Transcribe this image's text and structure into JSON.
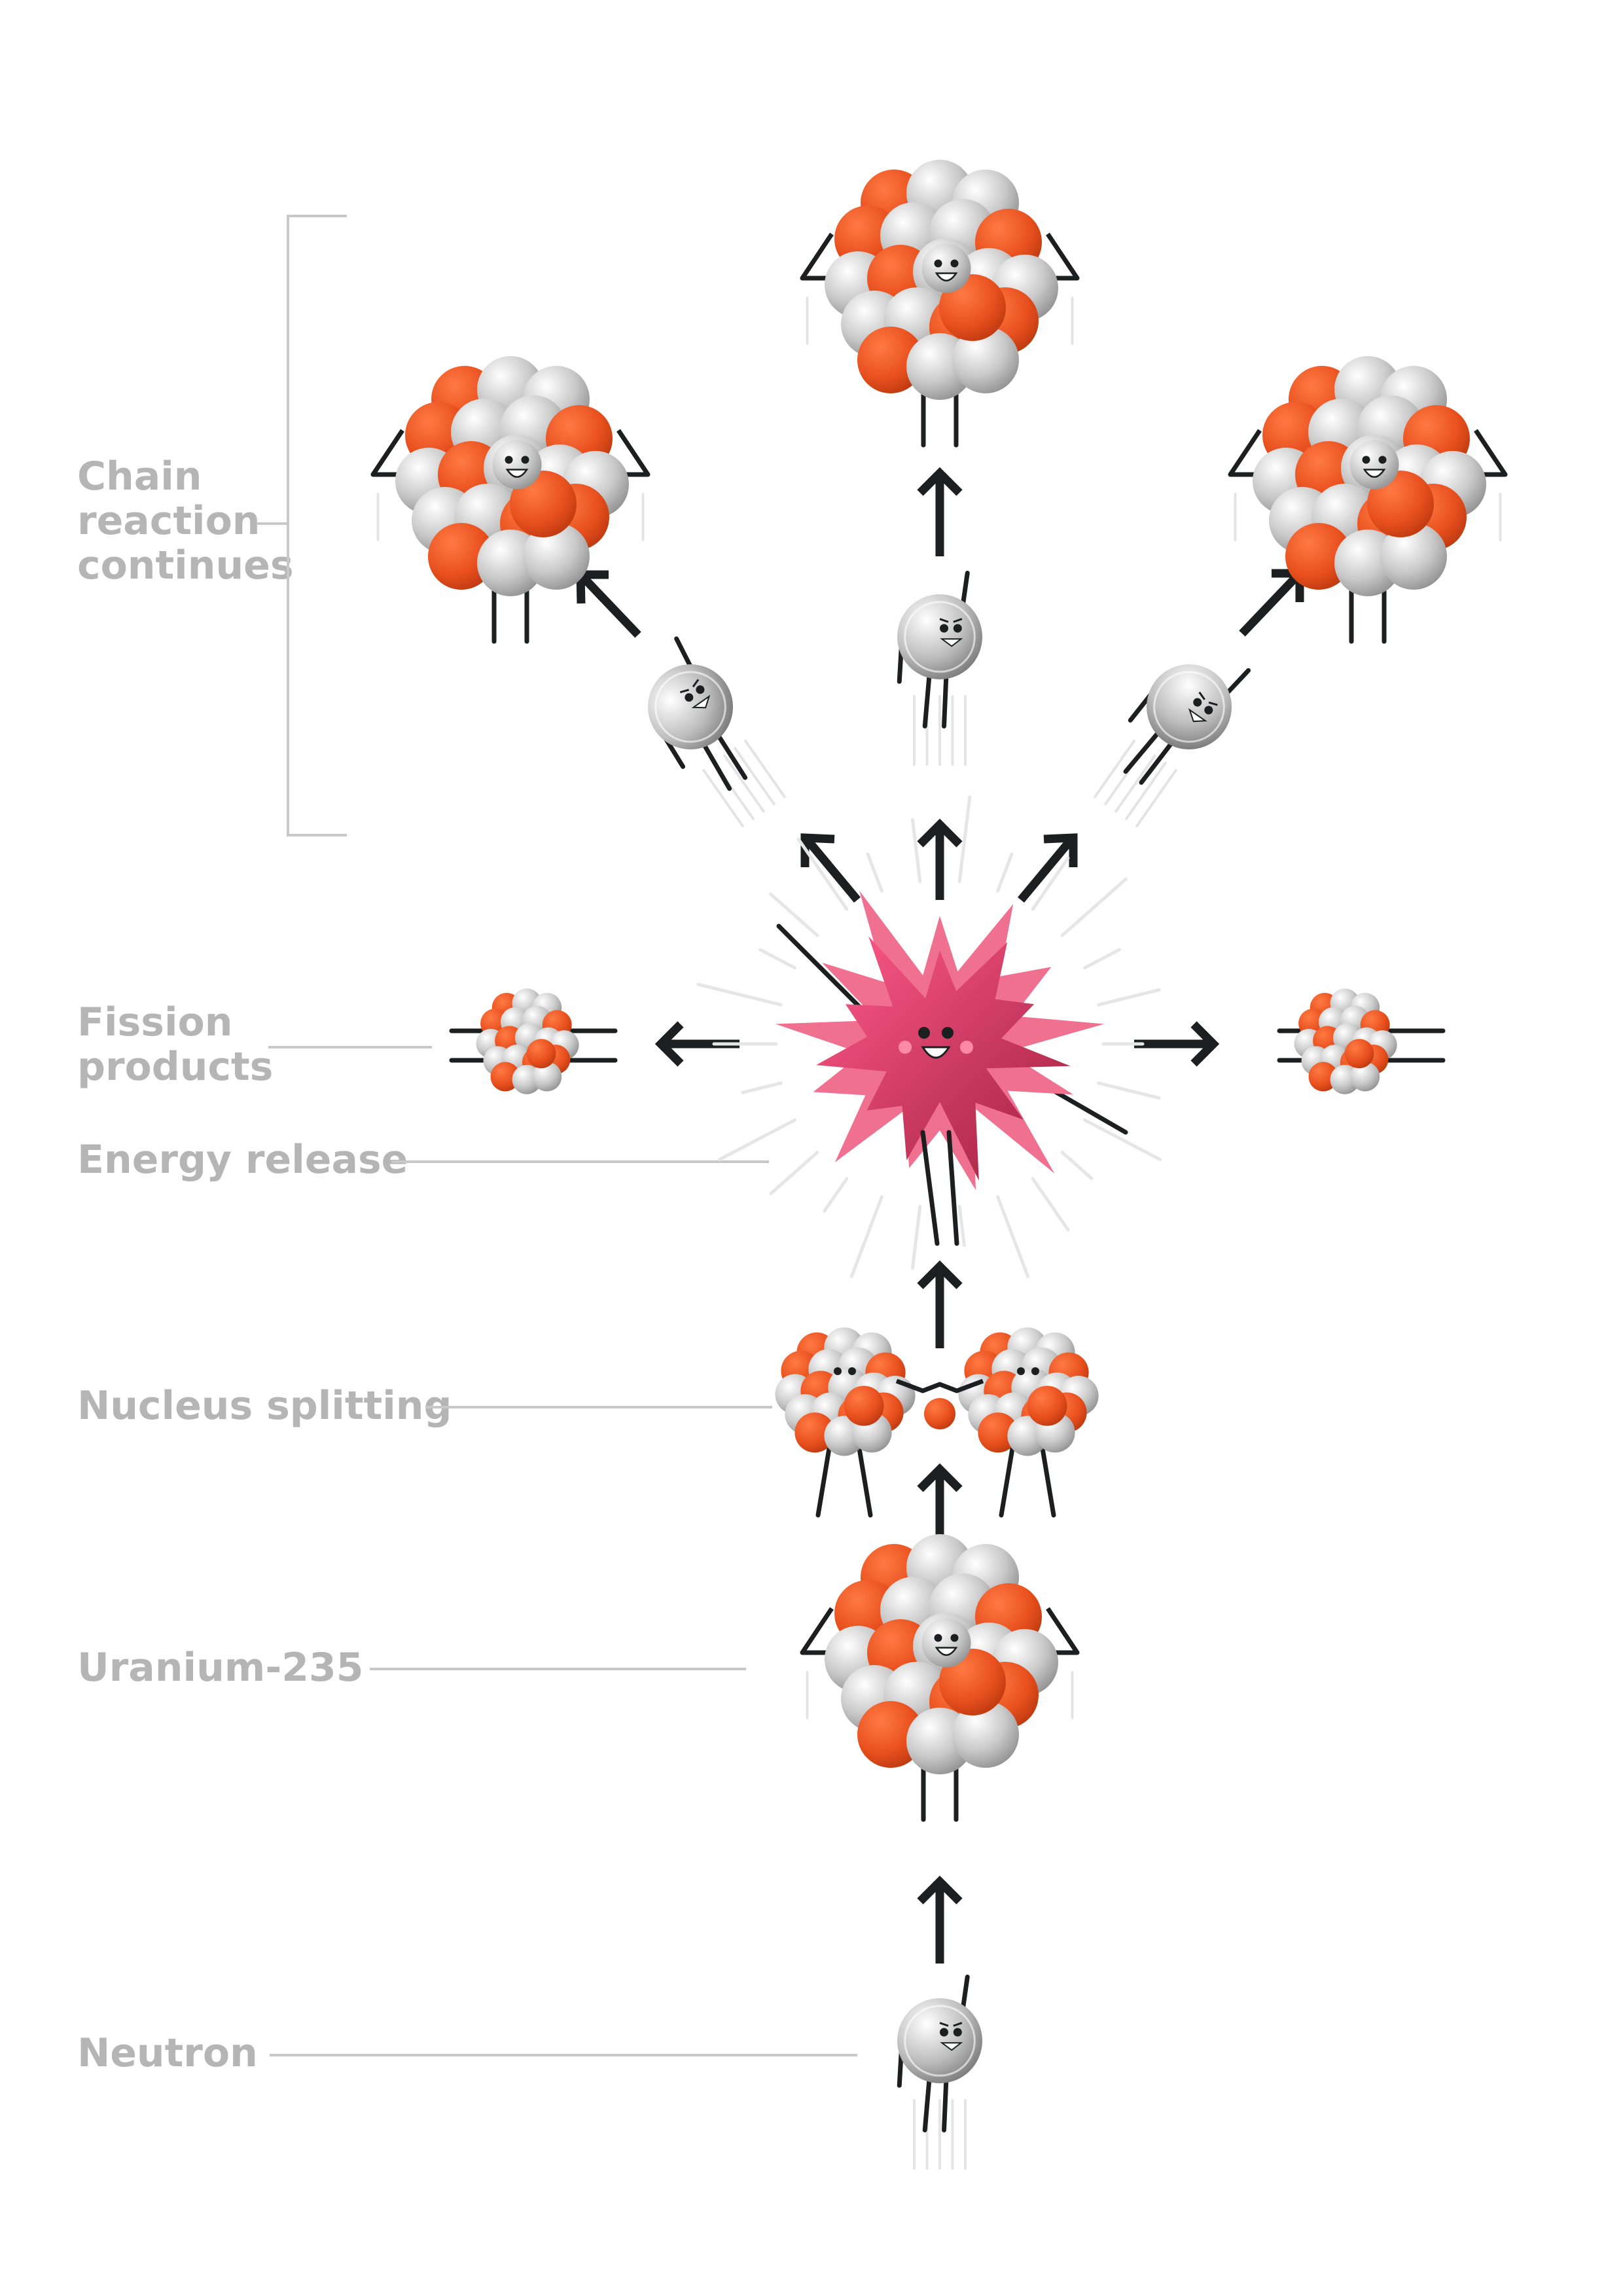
{
  "labels": {
    "chain_reaction": [
      "Chain",
      "reaction",
      "continues"
    ],
    "fission_products": [
      "Fission",
      "products"
    ],
    "energy_release": "Energy release",
    "nucleus_splitting": "Nucleus splitting",
    "uranium": "Uranium-235",
    "neutron": "Neutron"
  },
  "colors": {
    "label": "#b5b5b5",
    "proton": "#e8501e",
    "neutron_particle": "#d6d6d6",
    "arrow": "#1b1f1f",
    "burst": "#e0386a",
    "burst_outer": "#f07090"
  },
  "icons": [
    "neutron-icon",
    "uranium-nucleus-icon",
    "splitting-nucleus-icon",
    "explosion-icon",
    "fission-product-icon",
    "arrow-icon"
  ]
}
